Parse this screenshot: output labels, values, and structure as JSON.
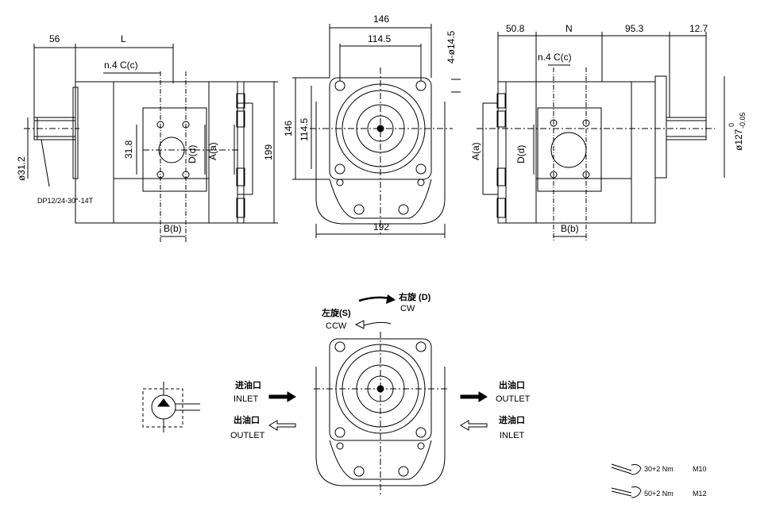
{
  "left_view": {
    "dim_56": "56",
    "dim_L": "L",
    "port_c": "n.4  C(c)",
    "dim_318": "31.8",
    "label_d": "D(d)",
    "label_a": "A(a)",
    "dim_199": "199",
    "label_b": "B(b)",
    "shaft_dia": "ø31.2",
    "spline": "DP12/24-30°-14T"
  },
  "front_view": {
    "dim_146_top": "146",
    "dim_1145_top": "114.5",
    "holes": "4-ø14.5",
    "dim_146_side": "146",
    "dim_1145_side": "114.5",
    "dim_192": "192"
  },
  "right_view": {
    "dim_508": "50.8",
    "dim_N": "N",
    "dim_953": "95.3",
    "dim_127": "12.7",
    "port_c": "n.4  C(c)",
    "label_a": "A(a)",
    "label_d": "D(d)",
    "label_b": "B(b)",
    "pilot": "ø127",
    "tol_upper": "0",
    "tol_lower": "-0.05"
  },
  "rotation": {
    "cw_cn": "右旋 (D)",
    "cw_en": "CW",
    "ccw_cn": "左旋(S)",
    "ccw_en": "CCW"
  },
  "flow": {
    "inlet_left_cn": "进油口",
    "inlet_left_en": "INLET",
    "outlet_left_cn": "出油口",
    "outlet_left_en": "OUTLET",
    "outlet_right_cn": "出油口",
    "outlet_right_en": "OUTLET",
    "inlet_right_cn": "进油口",
    "inlet_right_en": "INLET"
  },
  "torque": [
    {
      "value": "30+2 Nm",
      "size": "M10"
    },
    {
      "value": "50+2 Nm",
      "size": "M12"
    }
  ]
}
